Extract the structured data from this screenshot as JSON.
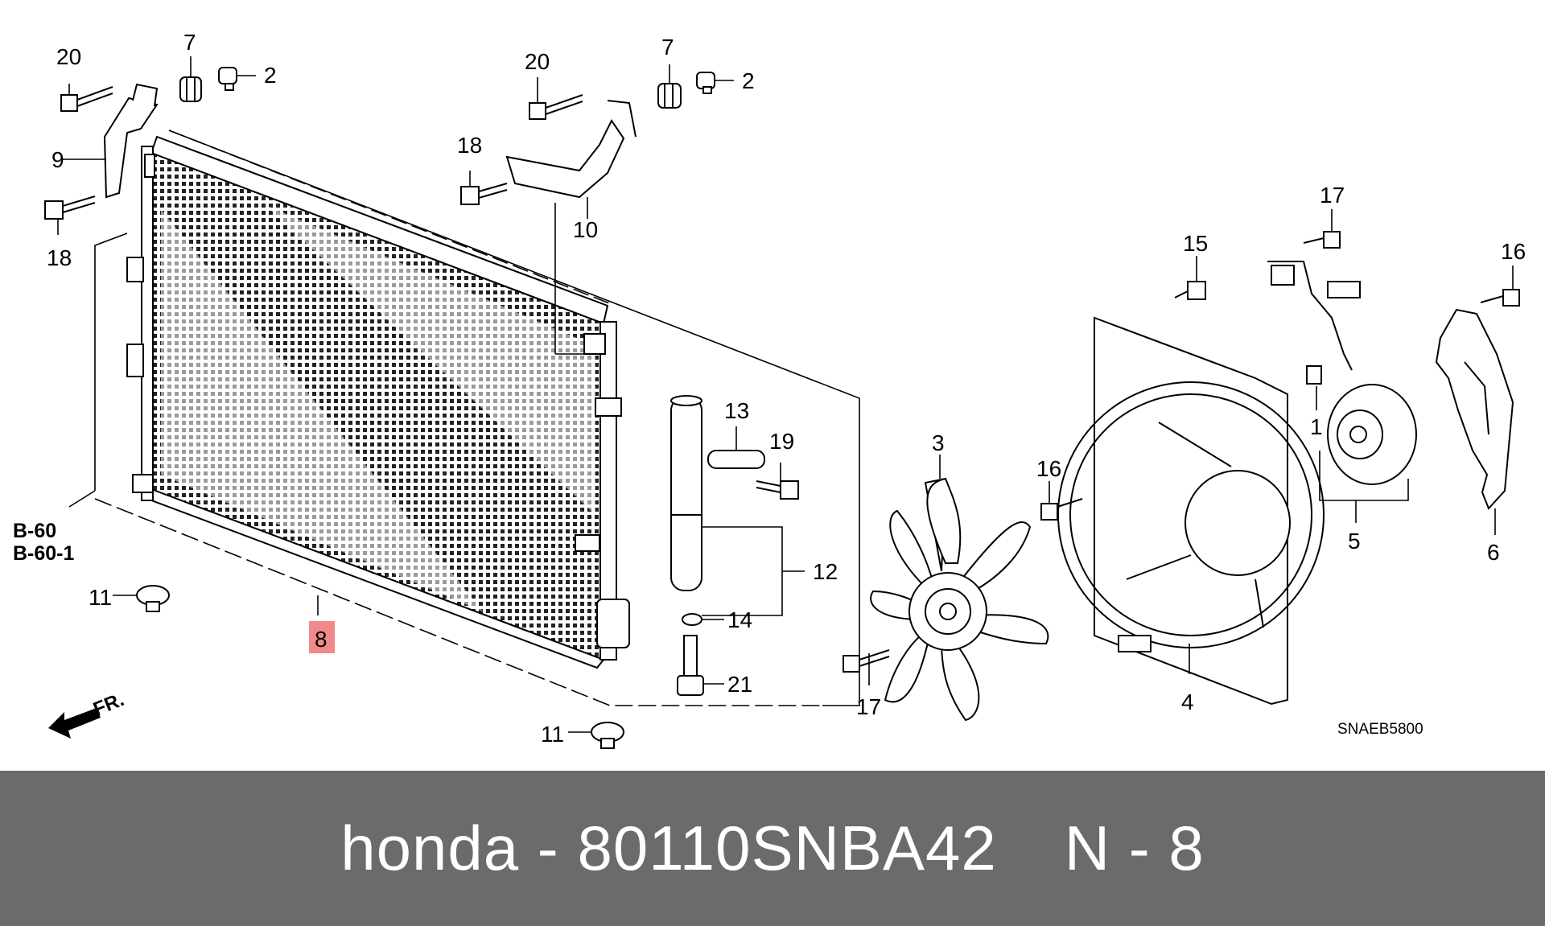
{
  "diagram": {
    "labels": {
      "l20a": "20",
      "l7a": "7",
      "l2a": "2",
      "l9": "9",
      "l18a": "18",
      "l20b": "20",
      "l7b": "7",
      "l2b": "2",
      "l18b": "18",
      "l10": "10",
      "l17a": "17",
      "l15": "15",
      "l16a": "16",
      "l13": "13",
      "l19": "19",
      "l3": "3",
      "l16b": "16",
      "l1": "1",
      "l5": "5",
      "l6": "6",
      "l12": "12",
      "l14": "14",
      "l21": "21",
      "l17b": "17",
      "l4": "4",
      "l11a": "11",
      "l11b": "11",
      "l8": "8"
    },
    "ref_b60": "B-60",
    "ref_b601": "B-60-1",
    "fr_label": "FR.",
    "diagram_code": "SNAEB5800",
    "highlight_color": "#f08a8a"
  },
  "footer": {
    "brand": "honda",
    "separator": "-",
    "part_number": "80110SNBA42",
    "position": "N - 8",
    "background": "#6b6b6b"
  }
}
